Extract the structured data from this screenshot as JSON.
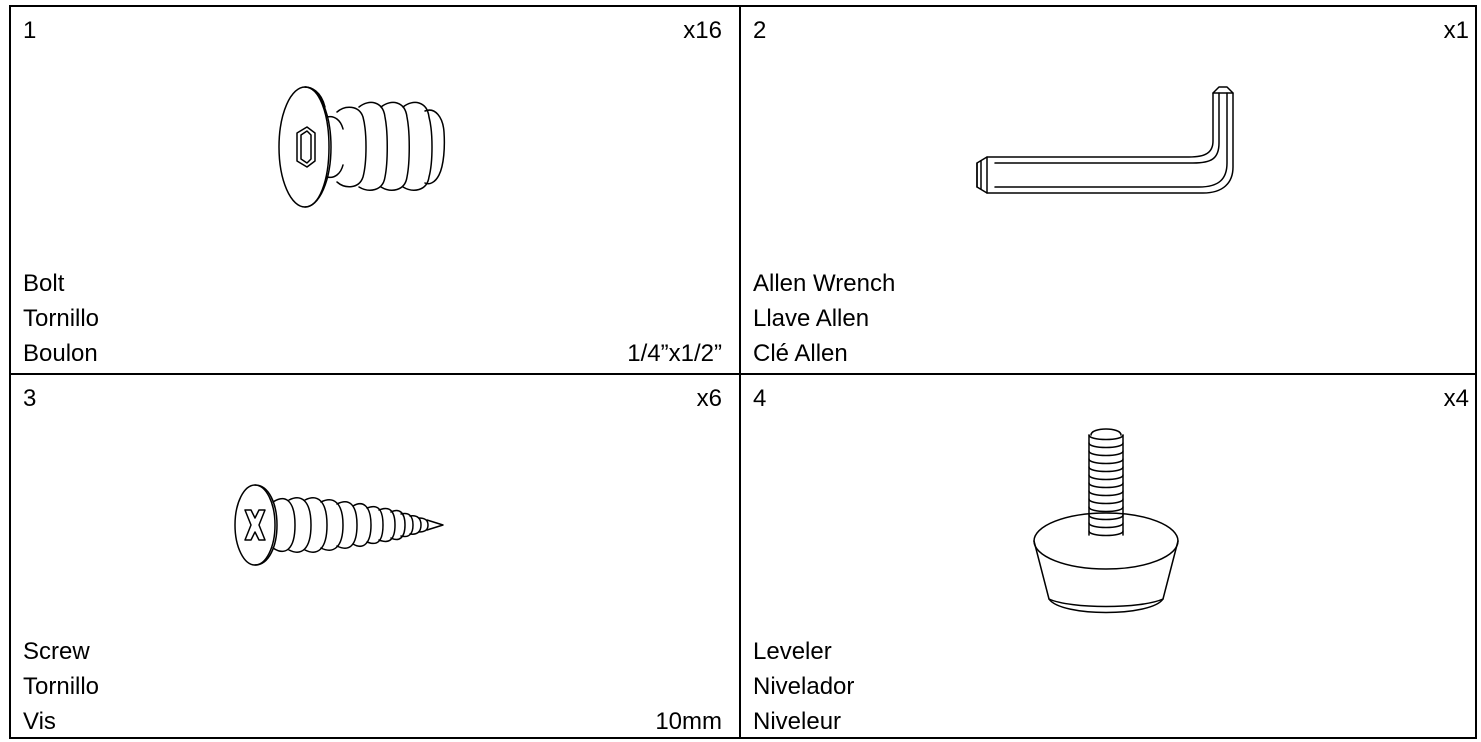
{
  "parts": [
    {
      "number": "1",
      "quantity": "x16",
      "names": [
        "Bolt",
        "Tornillo",
        "Boulon"
      ],
      "size": "1/4”x1/2”",
      "icon": "bolt-icon"
    },
    {
      "number": "2",
      "quantity": "x1",
      "names": [
        "Allen Wrench",
        "Llave Allen",
        "Clé Allen"
      ],
      "size": "",
      "icon": "allen-wrench-icon"
    },
    {
      "number": "3",
      "quantity": "x6",
      "names": [
        "Screw",
        "Tornillo",
        "Vis"
      ],
      "size": "10mm",
      "icon": "screw-icon"
    },
    {
      "number": "4",
      "quantity": "x4",
      "names": [
        "Leveler",
        "Nivelador",
        "Niveleur"
      ],
      "size": "",
      "icon": "leveler-icon"
    }
  ]
}
